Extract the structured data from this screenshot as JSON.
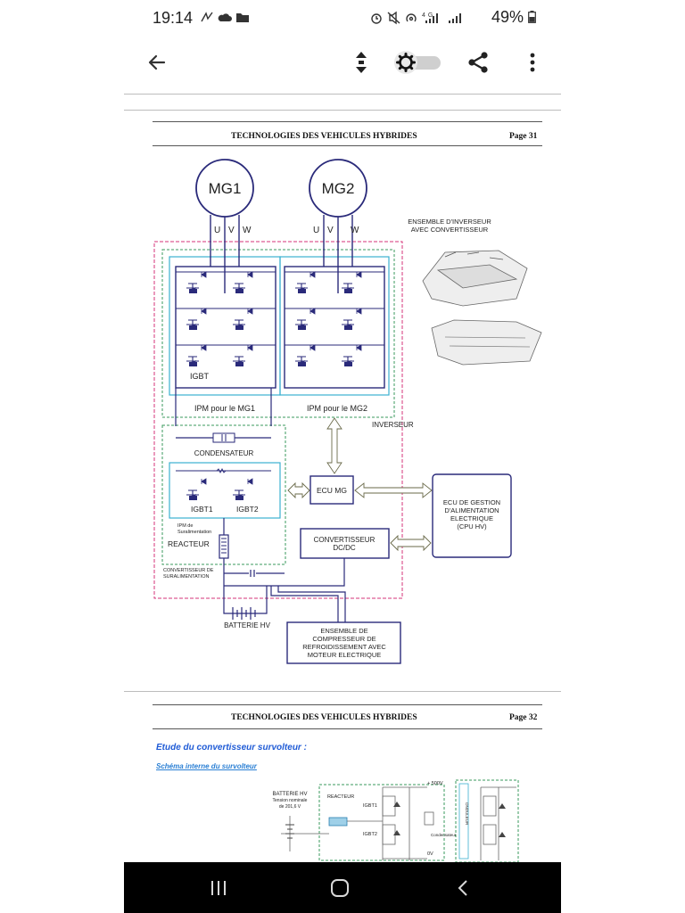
{
  "status_bar": {
    "time": "19:14",
    "left_icons": [
      "data-saver-icon",
      "cloud-icon",
      "folder-icon"
    ],
    "right_icons": [
      "alarm-icon",
      "mute-icon",
      "hotspot-icon",
      "4g-signal-icon",
      "signal-icon"
    ],
    "battery": "49%",
    "network": "4G"
  },
  "toolbar": {
    "back_icon": "arrow-left-icon",
    "scroll_icon": "up-down-icon",
    "settings_icon": "gear-icon",
    "share_icon": "share-icon",
    "more_icon": "more-vertical-icon"
  },
  "page31": {
    "header_title": "TECHNOLOGIES DES VEHICULES HYBRIDES",
    "page_label": "Page 31",
    "labels": {
      "mg1": "MG1",
      "mg2": "MG2",
      "u": "U",
      "v": "V",
      "w": "W",
      "inverter_assembly_line1": "ENSEMBLE D'INVERSEUR",
      "inverter_assembly_line2": "AVEC CONVERTISSEUR",
      "igbt": "IGBT",
      "ipm_mg1": "IPM pour le MG1",
      "ipm_mg2": "IPM pour le MG2",
      "inverseur": "INVERSEUR",
      "condensateur": "CONDENSATEUR",
      "igbt1": "IGBT1",
      "igbt2": "IGBT2",
      "ipm_surali_line1": "IPM de",
      "ipm_surali_line2": "Suralimentation",
      "reacteur": "REACTEUR",
      "conv_surali_line1": "CONVERTISSEUR DE",
      "conv_surali_line2": "SURALIMENTATION",
      "ecu_mg": "ECU MG",
      "ecu_gestion_line1": "ECU DE GESTION",
      "ecu_gestion_line2": "D'ALIMENTATION",
      "ecu_gestion_line3": "ELECTRIQUE",
      "ecu_gestion_line4": "(CPU HV)",
      "dcdc_line1": "CONVERTISSEUR",
      "dcdc_line2": "DC/DC",
      "batterie": "BATTERIE HV",
      "compressor_line1": "ENSEMBLE DE",
      "compressor_line2": "COMPRESSEUR DE",
      "compressor_line3": "REFROIDISSEMENT AVEC",
      "compressor_line4": "MOTEUR ELECTRIQUE"
    }
  },
  "page32": {
    "header_title": "TECHNOLOGIES DES VEHICULES HYBRIDES",
    "page_label": "Page 32",
    "heading": "Etude du convertisseur survolteur :",
    "subheading": "Schéma interne du survolteur",
    "labels": {
      "batterie_line1": "BATTERIE HV",
      "batterie_line2": "Tension nominale",
      "batterie_line3": "de 201,6 V",
      "reacteur": "REACTEUR",
      "igbt1": "IGBT1",
      "igbt2": "IGBT2",
      "v500": "+ 500V",
      "v0": "0V",
      "condensateur": "Condensateur",
      "onduleur": "ONDULEUR"
    }
  },
  "colors": {
    "dashed_magenta": "#d6337a",
    "dashed_green": "#3a9a5c",
    "cyan_box": "#3bb0d0",
    "navy": "#2a2a7a",
    "heading_blue": "#1f5bd6",
    "link_blue": "#2a7fd4",
    "navbar": "#000000"
  },
  "nav_bar": {
    "recents_icon": "recents-icon",
    "home_icon": "home-icon",
    "back_icon": "back-chevron-icon"
  }
}
